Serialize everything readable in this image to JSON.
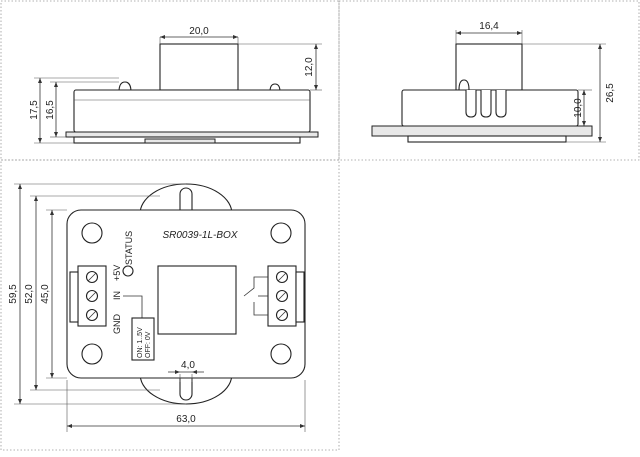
{
  "diagram": {
    "front_view": {
      "dims": {
        "width_top": "20,0",
        "height_top": "12,0",
        "height_left_outer": "17,5",
        "height_left_inner": "16,5"
      }
    },
    "side_view": {
      "dims": {
        "width_top": "16,4",
        "height_total": "26,5",
        "height_mid": "10,0"
      }
    },
    "top_view": {
      "title": "SR0039-1L-BOX",
      "labels": {
        "plus5v": "+5V",
        "status": "STATUS",
        "in": "IN",
        "gnd": "GND",
        "on": "ON: 1..5V",
        "off": "OFF: 0V"
      },
      "dims": {
        "h_outer": "59,5",
        "h_mid": "52,0",
        "h_inner": "45,0",
        "slot": "4,0",
        "width": "63,0"
      }
    }
  }
}
